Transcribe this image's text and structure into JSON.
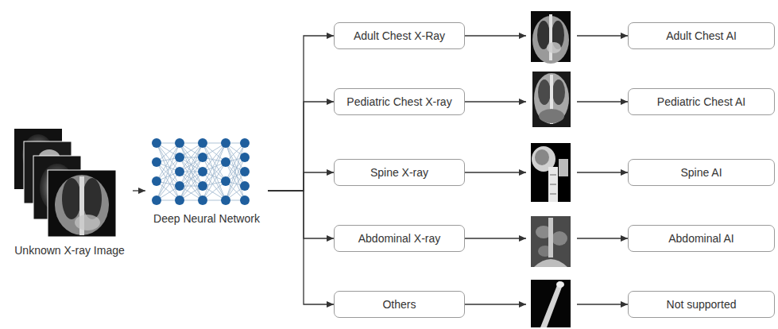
{
  "diagram": {
    "nodes": [
      {
        "text": [
          "Unknown X-ray Image"
        ]
      },
      {
        "text": [
          "Deep Neural Network"
        ]
      },
      {
        "text": [
          "Adult Chest X-Ray"
        ]
      },
      {
        "text": [
          "Pediatric Chest X-ray"
        ]
      },
      {
        "text": [
          "Spine X-ray"
        ]
      },
      {
        "text": [
          "Abdominal X-ray"
        ]
      },
      {
        "text": [
          "Others"
        ]
      },
      {
        "text": [
          "Adult Chest AI"
        ]
      },
      {
        "text": [
          "Pediatric Chest AI"
        ]
      },
      {
        "text": [
          "Spine AI"
        ]
      },
      {
        "text": [
          "Abdominal AI"
        ]
      },
      {
        "text": [
          "Not supported"
        ]
      }
    ],
    "edges": [
      {
        "from": 0,
        "to": 1,
        "arrow": "to"
      },
      {
        "from": 1,
        "to": 2,
        "arrow": "to"
      },
      {
        "from": 1,
        "to": 3,
        "arrow": "to"
      },
      {
        "from": 1,
        "to": 4,
        "arrow": "to"
      },
      {
        "from": 1,
        "to": 5,
        "arrow": "to"
      },
      {
        "from": 1,
        "to": 6,
        "arrow": "to"
      },
      {
        "from": 2,
        "to": 7,
        "arrow": "to"
      },
      {
        "from": 3,
        "to": 8,
        "arrow": "to"
      },
      {
        "from": 4,
        "to": 9,
        "arrow": "to"
      },
      {
        "from": 5,
        "to": 10,
        "arrow": "to"
      },
      {
        "from": 6,
        "to": 11,
        "arrow": "to"
      }
    ]
  }
}
